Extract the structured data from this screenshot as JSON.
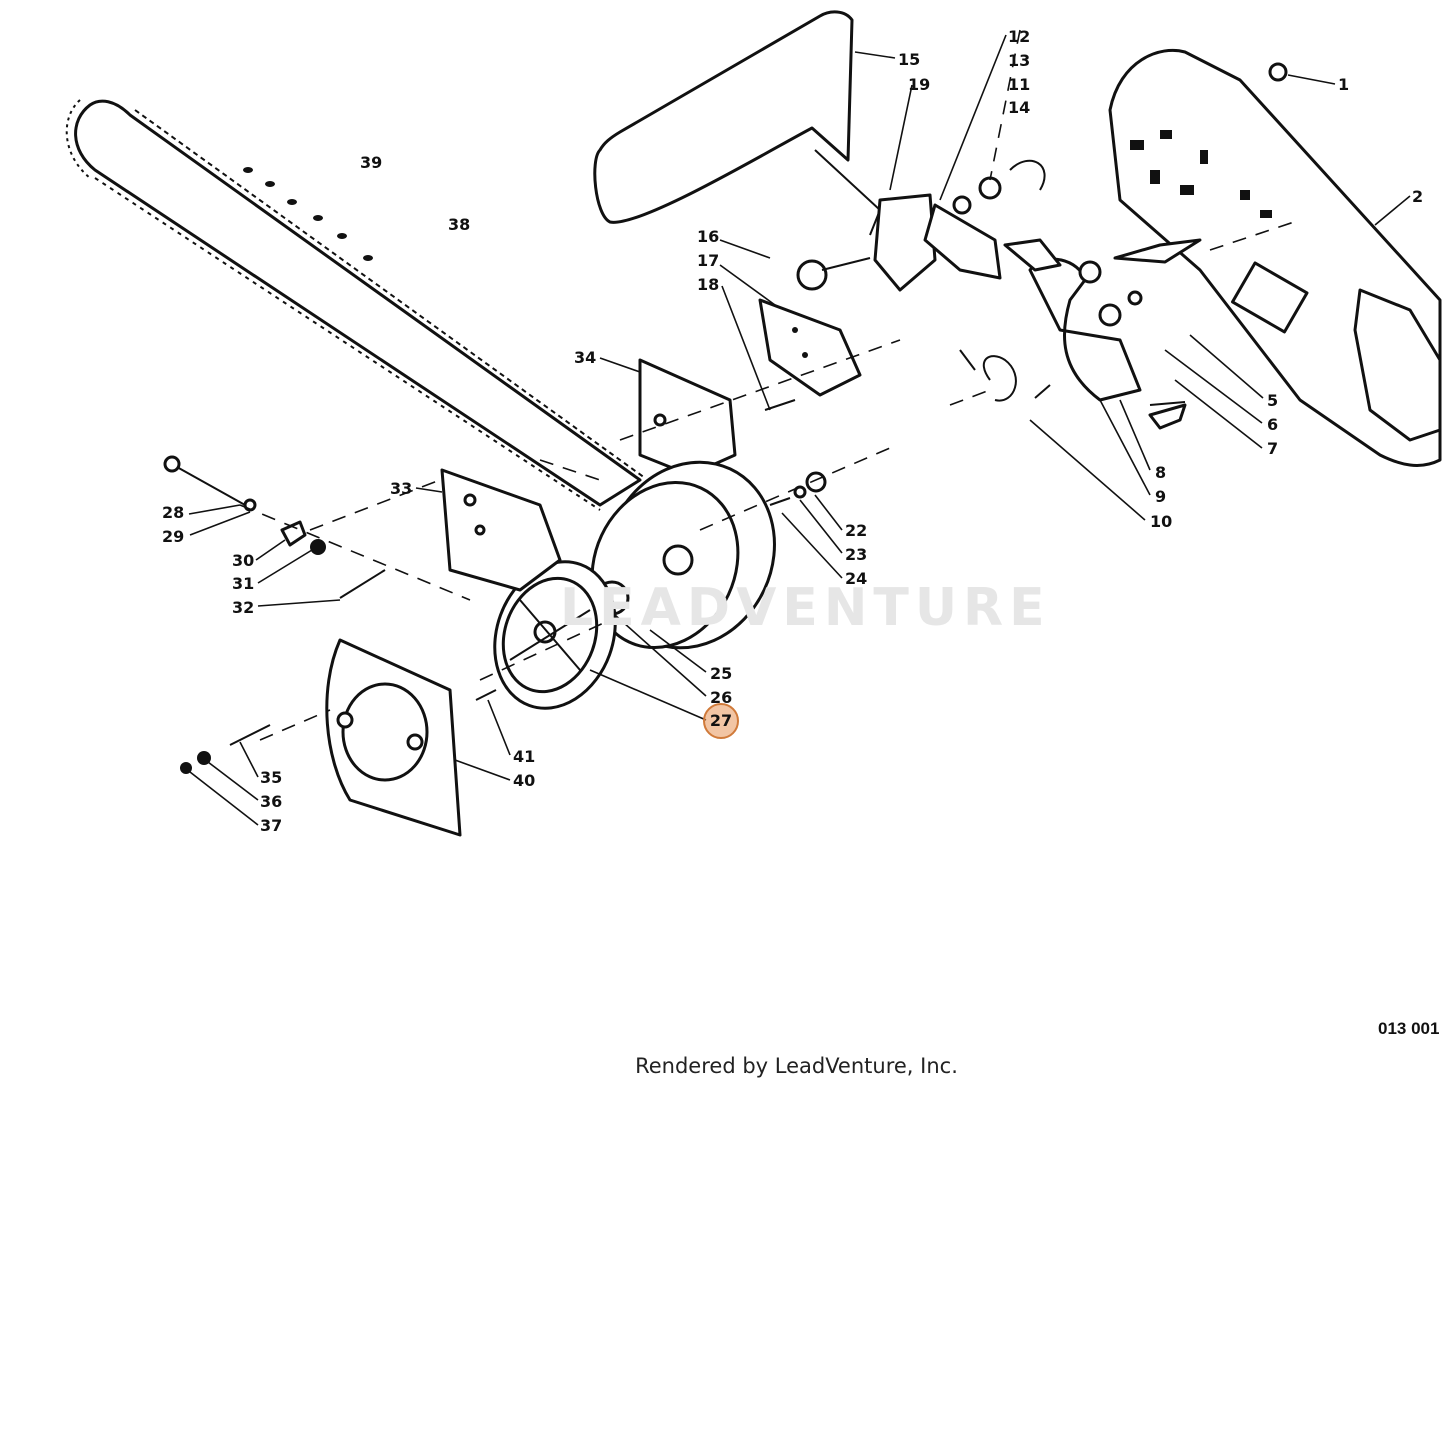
{
  "diagram": {
    "watermark": "LEADVENTURE",
    "footer": "Rendered by LeadVenture, Inc.",
    "figure_code": "013 001",
    "highlighted_callout": "27",
    "callouts": {
      "c1": "1",
      "c2": "2",
      "c5": "5",
      "c6": "6",
      "c7": "7",
      "c8": "8",
      "c9": "9",
      "c10": "10",
      "c11": "11",
      "c12": "12",
      "c13": "13",
      "c14": "14",
      "c15": "15",
      "c16": "16",
      "c17": "17",
      "c18": "18",
      "c19": "19",
      "c22": "22",
      "c23": "23",
      "c24": "24",
      "c25": "25",
      "c26": "26",
      "c28": "28",
      "c29": "29",
      "c30": "30",
      "c31": "31",
      "c32": "32",
      "c33": "33",
      "c34": "34",
      "c35": "35",
      "c36": "36",
      "c37": "37",
      "c38": "38",
      "c39": "39",
      "c40": "40",
      "c41": "41"
    }
  }
}
